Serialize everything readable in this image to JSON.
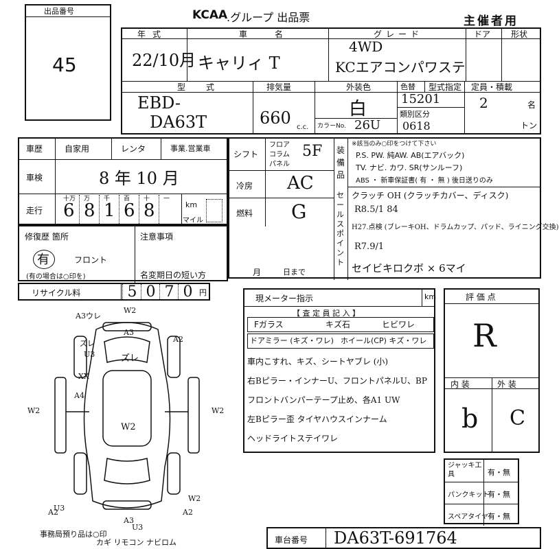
{
  "header": {
    "lot_label": "出品番号",
    "lot_number": "45",
    "brand": "KCAA",
    "title_suffix": ".グループ 出品票",
    "copy_type": "主催者用"
  },
  "vehicle": {
    "year_label": "年式",
    "year_value": "22/10月",
    "name_label": "車名",
    "name_value": "キャリィ T",
    "grade_label": "グレード",
    "grade_line1": "4WD",
    "grade_line2": "KCエアコンパワステ",
    "door_label": "ドア",
    "shape_label": "形状",
    "model_label": "型式",
    "model_line1": "EBD-",
    "model_line2": "DA63T",
    "displacement_label": "排気量",
    "displacement_value": "660",
    "cc_unit": "c.c.",
    "exterior_color_label": "外装色",
    "color_change_label": "色替",
    "exterior_color_value": "白",
    "color_no_label": "カラーNo.",
    "color_no_value": "26U",
    "type_designation_label": "型式指定",
    "type_designation_value": "15201",
    "category_label": "類別区分",
    "category_value": "0618",
    "capacity_label": "定員・積載",
    "capacity_value": "2",
    "capacity_unit": "名",
    "load_unit": "トン"
  },
  "history": {
    "label": "車歴",
    "options": [
      "自家用",
      "レンタ",
      "事業.営業車"
    ],
    "inspection_label": "車検",
    "inspection_value": "8 年 10 月",
    "mileage_label": "走行",
    "digit_units": [
      "十万",
      "万",
      "千",
      "百",
      "十",
      "一"
    ],
    "mileage_digits": [
      "6",
      "8",
      "1",
      "6",
      "8"
    ],
    "km_label": "km",
    "mile_label": "マイル"
  },
  "specs": {
    "shift_label": "シフト",
    "shift_options": [
      "フロア",
      "コラム",
      "パネル"
    ],
    "shift_value": "5F",
    "ac_label": "冷房",
    "ac_value": "AC",
    "fuel_label": "燃料",
    "fuel_value": "G",
    "equipment_label": "装備品",
    "equipment_note": "※該当のみ○印をつけて下さい",
    "equipment_line1": "P.S. PW. 純AW. AB(エアバック)",
    "equipment_line2": "TV. ナビ. カワ. SR(サンルーフ)",
    "equipment_line3": "ABS ・ 新車保証書( 有 ・ 無 ) 後日送りのみ"
  },
  "sales_points": {
    "label": "セールスポイント",
    "lines": [
      "クラッチ OH (クラッチカバー、ディスク)",
      "R8.5/1 84",
      "H27.点検 (ブレーキOH、ドラムカップ、パッド、ライニング交換)",
      "R7.9/1"
    ],
    "extra": "セイビキロクボ × 6マイ"
  },
  "repair": {
    "label": "修復歴 箇所",
    "value": "有",
    "location": "フロント",
    "note": "(有の場合は○印を)"
  },
  "notes": {
    "label": "注意事項",
    "short_label": "名変期日の短い方",
    "month_label": "月",
    "day_label": "日まで"
  },
  "recycle": {
    "label": "リサイクル料",
    "digits": [
      "5",
      "0",
      "7",
      "0"
    ],
    "unit": "円"
  },
  "inspection": {
    "meter_label": "現メーター指示",
    "meter_unit": "km",
    "result_label": "【 査 定 員 記 入 】",
    "glass_label": "Fガラス",
    "chip_label": "キズ石",
    "crack_label": "ヒビワレ",
    "mirror_label": "ドアミラー (キズ・ワレ)",
    "wheel_label": "ホイール(CP) キズ・ワレ",
    "comments": [
      "車内こすれ、キズ、シートヤブレ (小)",
      "右Bピラー・インナーU、フロントパネルU、BP",
      "フロントバンパーテープ止め、各A1 UW",
      "左Bピラー歪 タイヤハウスインナーム",
      "ヘッドライトステイワレ"
    ]
  },
  "diagram": {
    "marks": [
      "A3ウレ",
      "W2",
      "A3",
      "A2",
      "A4",
      "ズレ",
      "U3",
      "XX",
      "W2",
      "W2",
      "W2",
      "U3",
      "A2",
      "A3",
      "A2",
      "U3"
    ],
    "center_mark": "ズレ",
    "roof_mark": "W2"
  },
  "rating": {
    "eval_label": "評 価 点",
    "eval_value": "R",
    "interior_label": "内 装",
    "exterior_label": "外 装",
    "interior_value": "b",
    "exterior_value": "C"
  },
  "extras": {
    "jack_label": "ジャッキ工具",
    "puncture_label": "パンクキット",
    "spare_label": "スペアタイヤ",
    "yes_no": "有・無"
  },
  "footer": {
    "office_note": "事務局預り品は○印",
    "items": "カギ リモコン ナビロム",
    "chassis_label": "車台番号",
    "chassis_value": "DA63T-691764"
  }
}
